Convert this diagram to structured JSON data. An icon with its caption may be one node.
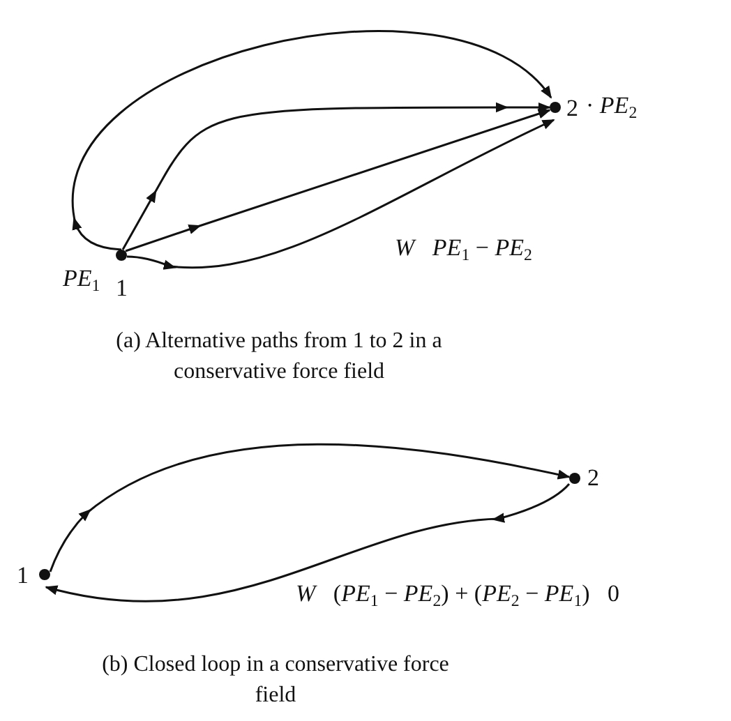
{
  "diagram": {
    "nodes": [
      {
        "text": [
          "1"
        ],
        "beside": [
          "*PE*$_{1}$"
        ]
      },
      {
        "text": [
          "2"
        ],
        "beside": [
          "· *PE*$_{2}$"
        ]
      },
      {
        "text": [
          "1"
        ]
      },
      {
        "text": [
          "2"
        ]
      }
    ],
    "edges": [
      {
        "from": 0,
        "to": 1,
        "arrow": "to"
      },
      {
        "from": 0,
        "to": 1,
        "arrow": "to"
      },
      {
        "from": 0,
        "to": 1,
        "arrow": "to"
      },
      {
        "from": 0,
        "to": 1,
        "arrow": "to"
      },
      {
        "from": 2,
        "to": 3,
        "arrow": "to"
      },
      {
        "from": 3,
        "to": 2,
        "arrow": "to"
      }
    ],
    "labels": [
      "*W*   *PE*$_{1}$ − *PE*$_{2}$",
      "(a) Alternative paths from 1 to 2 in a conservative force field",
      "*W*   (*PE*$_{1}$ − *PE*$_{2}$) + (*PE*$_{2}$ − *PE*$_{1}$)   0",
      "(b) Closed loop in a conservative force field"
    ]
  }
}
